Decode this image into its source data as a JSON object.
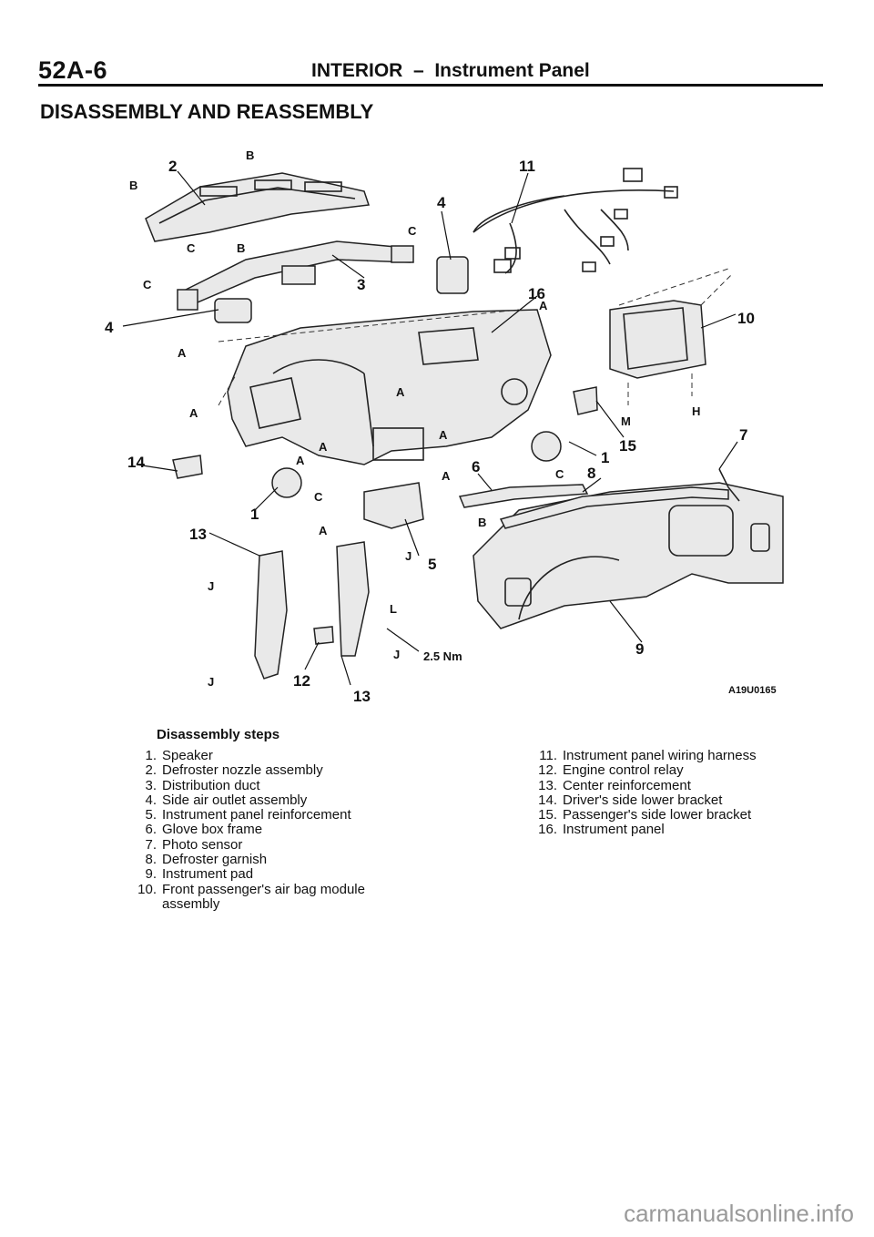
{
  "header": {
    "page_number": "52A-6",
    "title": "INTERIOR  –  Instrument Panel"
  },
  "section_heading": "DISASSEMBLY AND REASSEMBLY",
  "diagram": {
    "ref_code": "A19U0165",
    "labels": {
      "n1a": "1",
      "n1b": "1",
      "n2": "2",
      "n3": "3",
      "n4a": "4",
      "n4b": "4",
      "n5": "5",
      "n6": "6",
      "n7": "7",
      "n8": "8",
      "n9": "9",
      "n10": "10",
      "n11": "11",
      "n12": "12",
      "n13a": "13",
      "n13b": "13",
      "n14": "14",
      "n15": "15",
      "n16": "16",
      "a1": "A",
      "a2": "A",
      "a3": "A",
      "a4": "A",
      "a5": "A",
      "a6": "A",
      "a7": "A",
      "a8": "A",
      "a9": "A",
      "b1": "B",
      "b2": "B",
      "b3": "B",
      "b4": "B",
      "c1": "C",
      "c2": "C",
      "c3": "C",
      "c4": "C",
      "c5": "C",
      "j1": "J",
      "j2": "J",
      "j3": "J",
      "j4": "J",
      "l1": "L",
      "m1": "M",
      "h1": "H",
      "torque": "2.5 Nm"
    }
  },
  "disassembly": {
    "heading": "Disassembly steps",
    "left_steps": [
      {
        "num": "1.",
        "text": "Speaker"
      },
      {
        "num": "2.",
        "text": "Defroster nozzle assembly"
      },
      {
        "num": "3.",
        "text": "Distribution duct"
      },
      {
        "num": "4.",
        "text": "Side air outlet assembly"
      },
      {
        "num": "5.",
        "text": "Instrument panel reinforcement"
      },
      {
        "num": "6.",
        "text": "Glove box frame"
      },
      {
        "num": "7.",
        "text": "Photo sensor"
      },
      {
        "num": "8.",
        "text": "Defroster garnish"
      },
      {
        "num": "9.",
        "text": "Instrument pad"
      },
      {
        "num": "10.",
        "text": "Front passenger's air bag module"
      },
      {
        "num": "",
        "text": "assembly"
      }
    ],
    "right_steps": [
      {
        "num": "11.",
        "text": "Instrument panel wiring harness"
      },
      {
        "num": "12.",
        "text": "Engine control relay"
      },
      {
        "num": "13.",
        "text": "Center reinforcement"
      },
      {
        "num": "14.",
        "text": "Driver's side lower bracket"
      },
      {
        "num": "15.",
        "text": "Passenger's side lower bracket"
      },
      {
        "num": "16.",
        "text": "Instrument panel"
      }
    ]
  },
  "watermark": "carmanualsonline.info"
}
